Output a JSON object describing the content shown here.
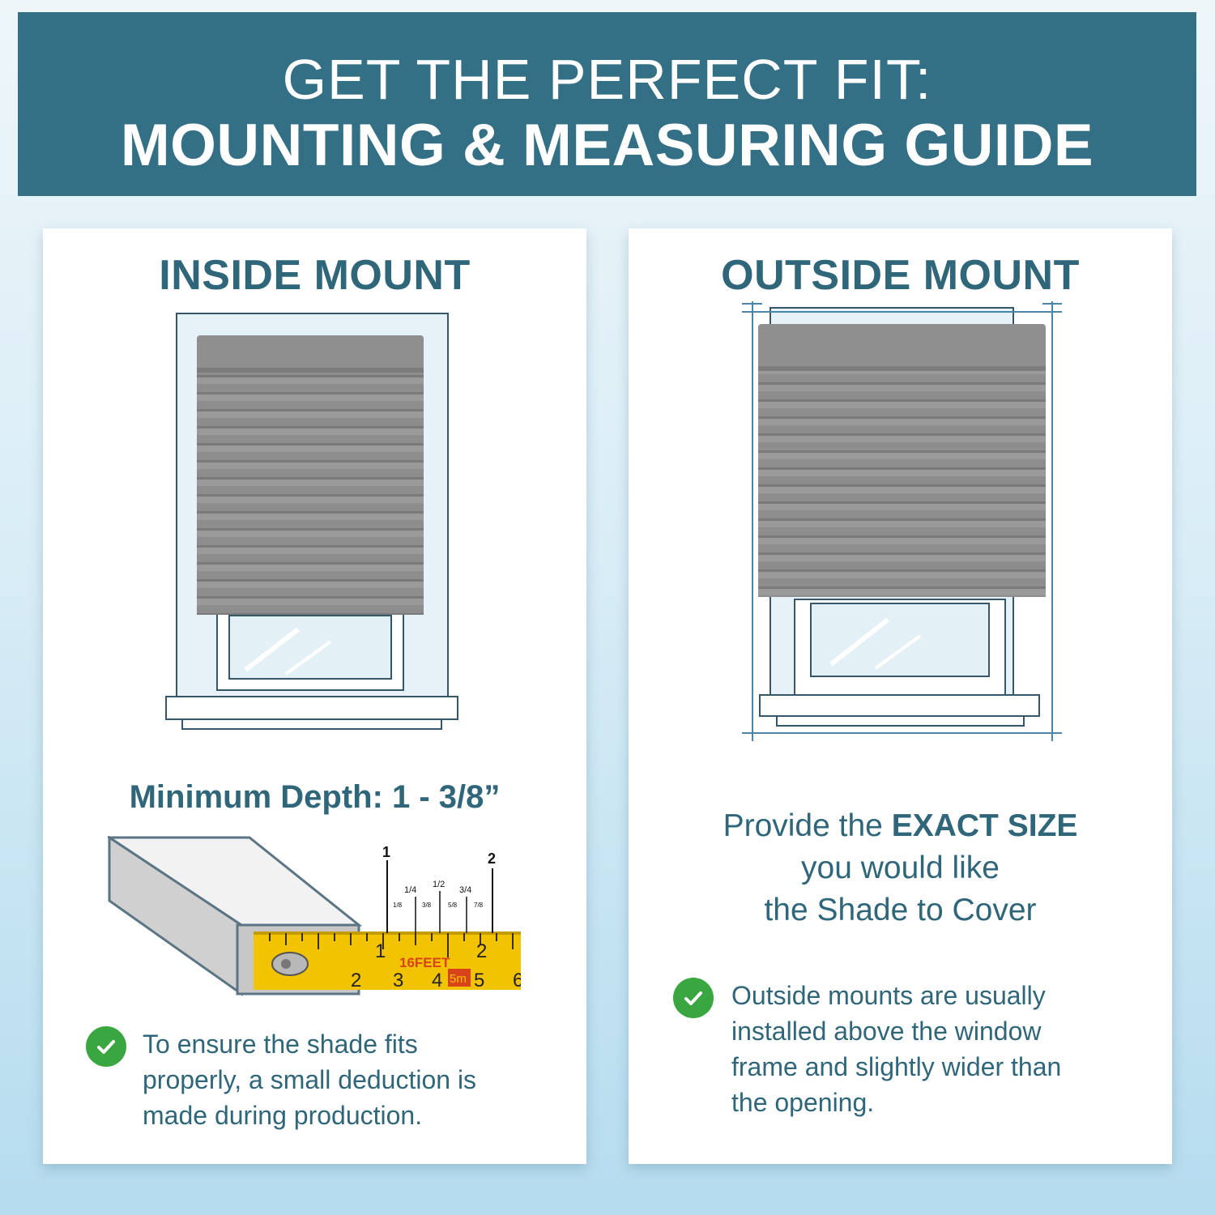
{
  "header": {
    "line1": "GET THE PERFECT FIT:",
    "line2": "MOUNTING & MEASURING GUIDE"
  },
  "inside": {
    "title": "INSIDE MOUNT",
    "min_depth": "Minimum Depth: 1 - 3/8”",
    "tape": {
      "marks": [
        "1",
        "1/4",
        "1/2",
        "3/4",
        "2",
        "1/8",
        "3/8",
        "5/8",
        "7/8"
      ],
      "brand": "16FEET",
      "metric": "5m",
      "numbers": [
        "1",
        "2",
        "2",
        "3",
        "4",
        "5",
        "6"
      ]
    },
    "note_lines": [
      "To ensure the shade fits",
      "properly, a small deduction is",
      "made during production."
    ]
  },
  "outside": {
    "title": "OUTSIDE MOUNT",
    "provide_pre": "Provide the ",
    "provide_bold": "EXACT SIZE",
    "provide_line2": "you would like",
    "provide_line3": "the Shade to Cover",
    "note_lines": [
      "Outside mounts are usually",
      "installed above the window",
      "frame and slightly wider than",
      "the opening."
    ]
  },
  "colors": {
    "header_bg": "#336f85",
    "title_text": "#2f6679",
    "shade_gray": "#8f8f8f",
    "check_green": "#3aa63f",
    "tape_yellow": "#f2c300"
  },
  "icons": [
    "check-icon"
  ]
}
